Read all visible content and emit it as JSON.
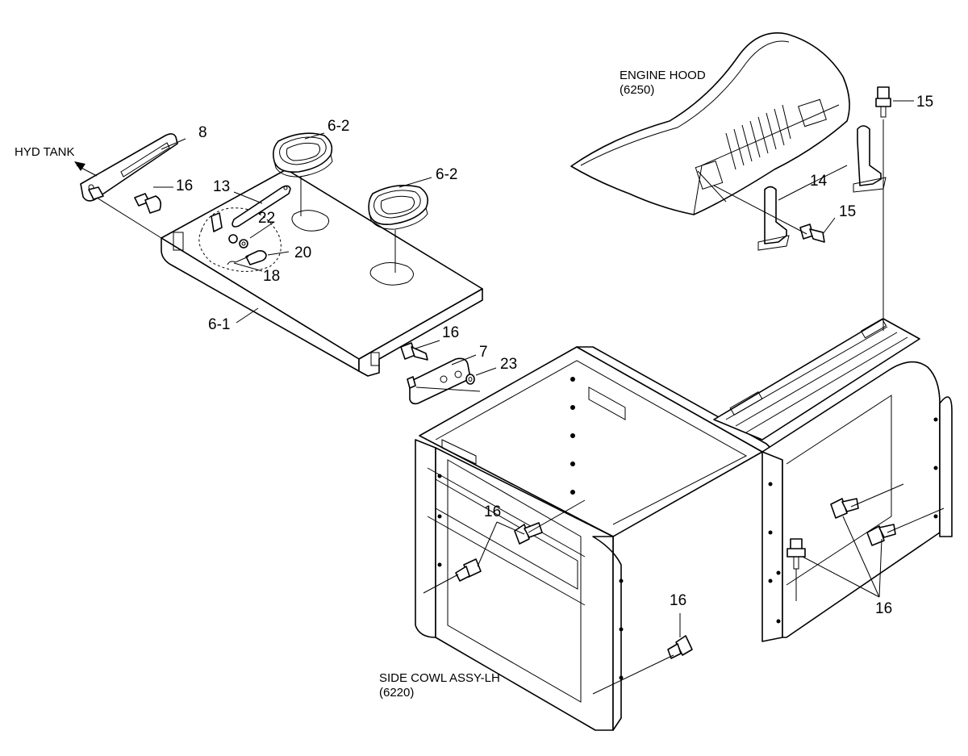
{
  "labels": {
    "engine_hood": "ENGINE HOOD",
    "engine_hood_code": "(6250)",
    "hyd_tank": "HYD TANK",
    "side_cowl": "SIDE COWL ASSY-LH",
    "side_cowl_code": "(6220)"
  },
  "callouts": {
    "c8": "8",
    "c6_2a": "6-2",
    "c6_2b": "6-2",
    "c13": "13",
    "c16a": "16",
    "c22": "22",
    "c20": "20",
    "c18": "18",
    "c6_1": "6-1",
    "c16b": "16",
    "c7": "7",
    "c23": "23",
    "c15a": "15",
    "c14": "14",
    "c15b": "15",
    "c16c": "16",
    "c16d": "16",
    "c16e": "16"
  }
}
